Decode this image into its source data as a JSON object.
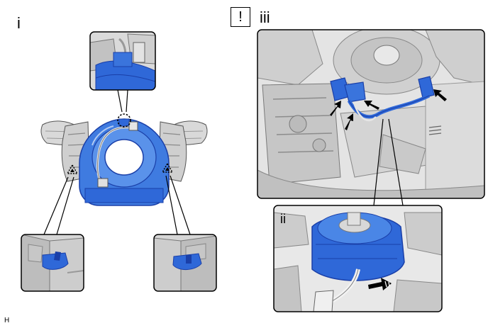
{
  "labels": {
    "step_i": "i",
    "step_ii": "ii",
    "step_iii": "iii",
    "caution_symbol": "!",
    "footer_code": "H"
  },
  "colors": {
    "part_blue": "#2f68d8",
    "part_blue_dark": "#1a3fa8",
    "metal_light": "#d4d4d4",
    "metal_dark": "#8a8a8a",
    "panel_bg": "#e2e2e2",
    "outline": "#000000"
  },
  "icons": {
    "connector_arrow": "black-arrow-icon",
    "slide_arrow": "striped-arrow-icon",
    "claw_marker": "dotted-triangle-icon"
  }
}
